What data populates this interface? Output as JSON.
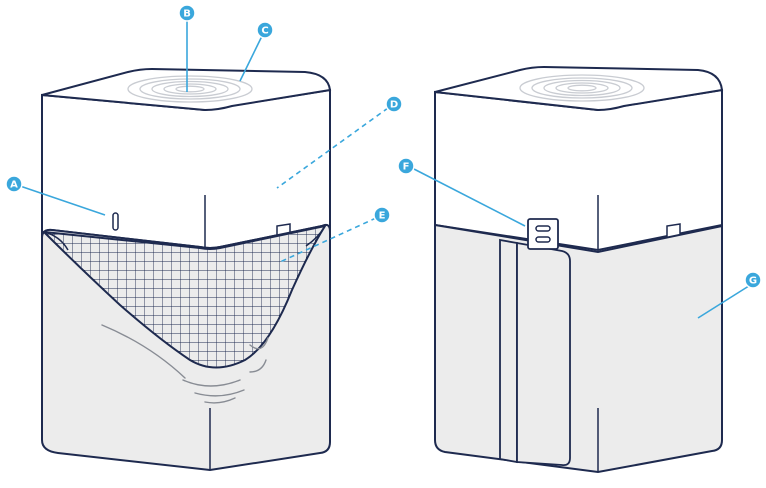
{
  "colors": {
    "outline": "#1e2a4f",
    "callout": "#3aa7dc",
    "fabric": "#ececec",
    "vent": "#c9ccd2"
  },
  "callouts": {
    "a": "A",
    "b": "B",
    "c": "C",
    "d": "D",
    "e": "E",
    "f": "F",
    "g": "G"
  }
}
